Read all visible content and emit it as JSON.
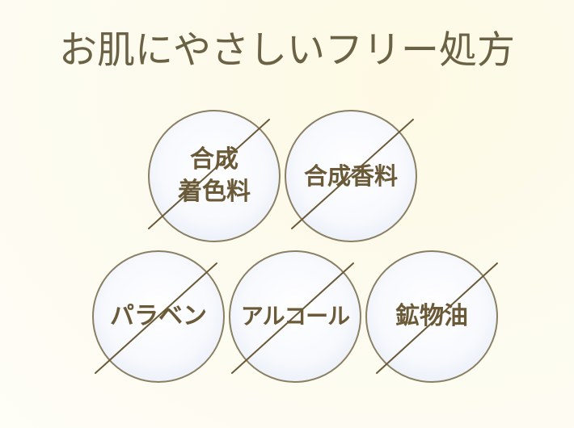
{
  "heading": {
    "title": "お肌にやさしいフリー処方"
  },
  "colors": {
    "text": "#6a5a38",
    "title": "#6b6245",
    "ring": "#8a7f63",
    "slash": "#6a5a38"
  },
  "badges": [
    {
      "label": "合成\n着色料",
      "icon": "no-synthetic-colorant"
    },
    {
      "label": "合成香料",
      "icon": "no-synthetic-fragrance"
    },
    {
      "label": "パラベン",
      "icon": "no-paraben"
    },
    {
      "label": "アルコール",
      "icon": "no-alcohol"
    },
    {
      "label": "鉱物油",
      "icon": "no-mineral-oil"
    }
  ]
}
